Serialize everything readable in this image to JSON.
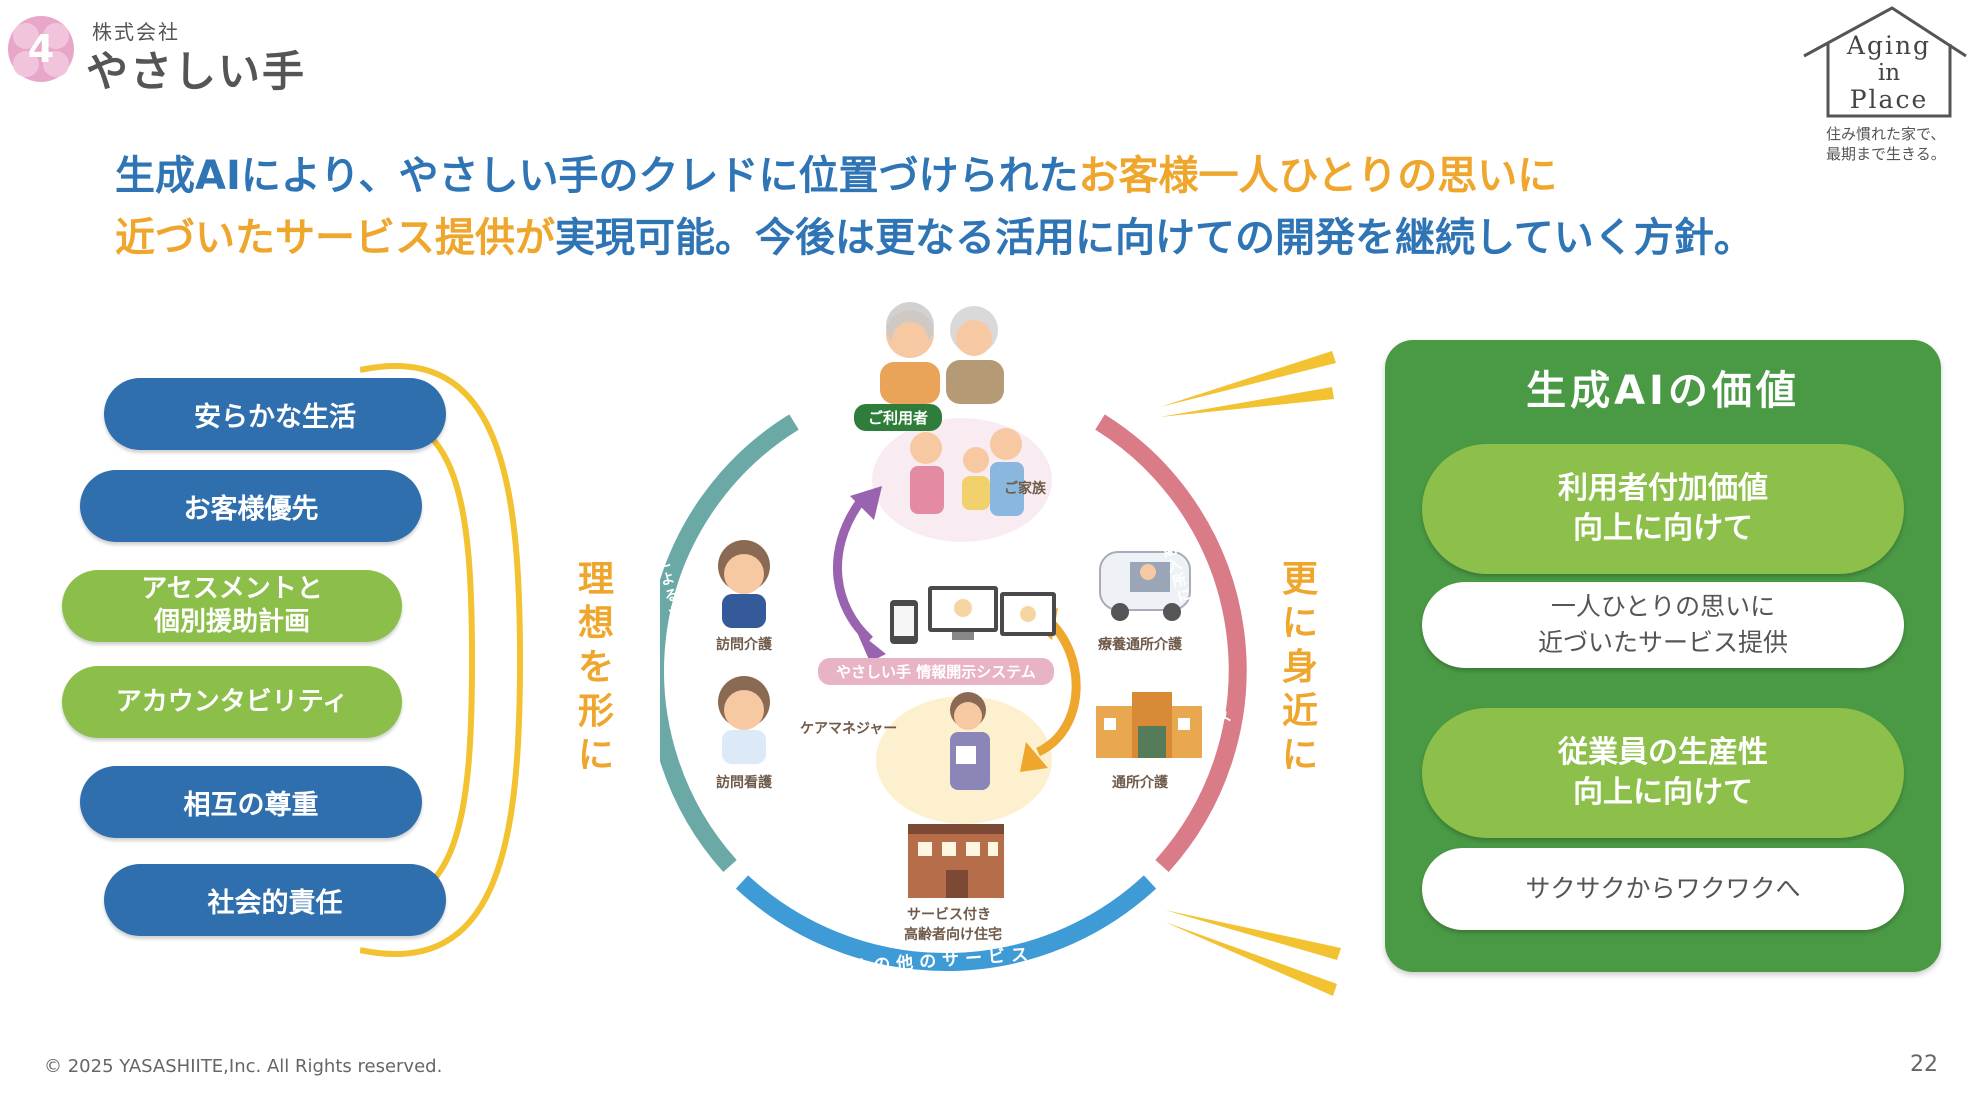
{
  "logo": {
    "company_prefix": "株式会社",
    "company_name": "やさしい手"
  },
  "aging_in_place": {
    "line1": "Aging",
    "line2": "in",
    "line3": "Place",
    "tagline1": "住み慣れた家で、",
    "tagline2": "最期まで生きる。"
  },
  "headline": {
    "line1_part1": "生成AIにより、やさしい手のクレドに位置づけられた",
    "line1_part2": "お客様一人ひとりの思いに",
    "line2_part1": "近づいたサービス提供が",
    "line2_part2": "実現可能。今後は更なる活用に向けての開発を継続していく方針。"
  },
  "credo": {
    "items": [
      {
        "label": "安らかな生活"
      },
      {
        "label": "お客様優先"
      },
      {
        "label": "アセスメントと\n個別援助計画"
      },
      {
        "label": "アカウンタビリティ"
      },
      {
        "label": "相互の尊重"
      },
      {
        "label": "社会的責任"
      }
    ]
  },
  "vertical_left": "理想を形に",
  "vertical_right": "更に身近に",
  "diagram": {
    "user_label": "ご利用者",
    "family_label": "ご家族",
    "system_label": "やさしい手 情報開示システム",
    "care_manager_label": "ケアマネジャー",
    "home_care_label": "訪問介護",
    "home_nursing_label": "訪問看護",
    "day_rehab_label": "療養通所介護",
    "day_care_label": "通所介護",
    "housing_label_1": "サービス付き",
    "housing_label_2": "高齢者向け住宅",
    "arc_left": "訪問によるサービス",
    "arc_right": "通所や短期入所にて受けるサービス",
    "arc_bottom": "その他のサービス"
  },
  "value_panel": {
    "title": "生成AIの価値",
    "block1_title": "利用者付加価値\n向上に向けて",
    "block1_desc": "一人ひとりの思いに\n近づいたサービス提供",
    "block2_title": "従業員の生産性\n向上に向けて",
    "block2_desc": "サクサクからワクワクへ"
  },
  "footer": {
    "copyright": "© 2025 YASASHIITE,Inc. All Rights reserved.",
    "page_number": "22"
  },
  "colors": {
    "blue": "#2f75b5",
    "orange": "#eea62d",
    "green_panel": "#4a9a45",
    "green_pill": "#8cc04a",
    "pill_blue": "#2f6fae"
  }
}
